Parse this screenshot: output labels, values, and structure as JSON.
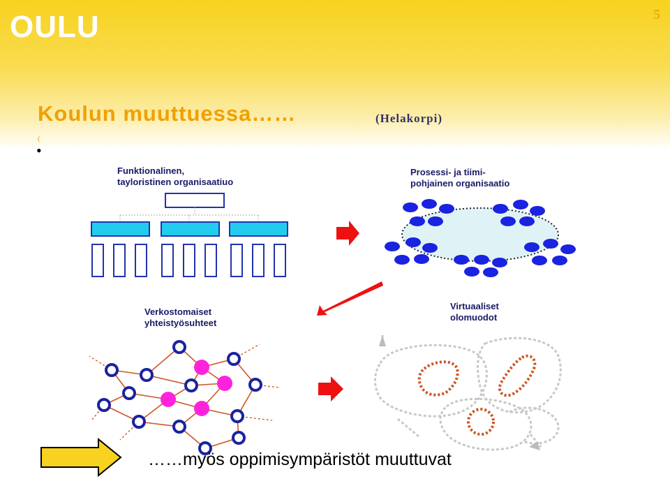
{
  "header": {
    "logo_text": "OULU",
    "page_number": "5",
    "title": "Koulun muuttuessa……",
    "author": "(Helakorpi)",
    "paren": "(",
    "bullet": "•"
  },
  "diagram": {
    "functional_label": "Funktionalinen,\ntayloristinen organisaatiuo",
    "process_label": "Prosessi- ja tiimi-\npohjainen organisaatio",
    "network_label": "Verkostomaiset\nyhteistyösuhteet",
    "virtual_label": "Virtuaaliset\nolomuodot"
  },
  "footer": {
    "text": "……myös oppimisympäristöt muuttuvat"
  },
  "colors": {
    "accent": "#f0a000",
    "org_blue": "#1a1a66",
    "cyan_box": "#22ccee",
    "node_blue": "#1a23e0",
    "network_link": "#cc5522",
    "network_magenta": "#ff22dd",
    "arrow_red": "#ee1111"
  }
}
